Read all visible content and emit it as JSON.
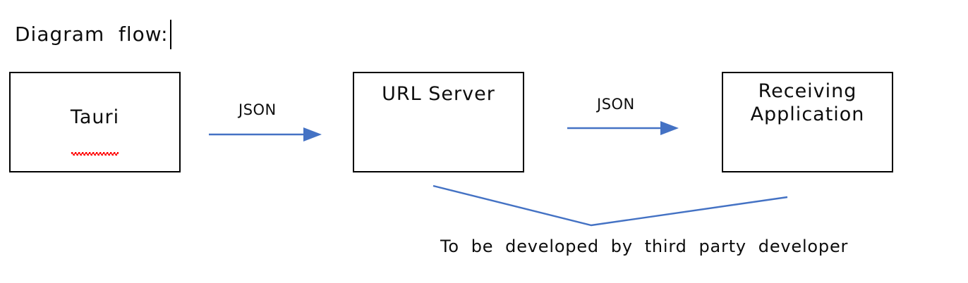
{
  "page": {
    "title_text": "Diagram  flow:",
    "caret_visible": true,
    "background": "#ffffff"
  },
  "colors": {
    "arrow_blue": "#4472c4",
    "box_border": "#000000",
    "text": "#0d0d0d",
    "spellcheck_red": "#ff0000"
  },
  "diagram": {
    "nodes": [
      {
        "id": "tauri",
        "label": "Tauri",
        "misspelled": true
      },
      {
        "id": "url-server",
        "label": "URL  Server",
        "misspelled": false
      },
      {
        "id": "receiving-application",
        "label": "Receiving\nApplication",
        "misspelled": false
      }
    ],
    "edges": [
      {
        "id": "edge-1",
        "label": "JSON",
        "from": "tauri",
        "to": "url-server"
      },
      {
        "id": "edge-2",
        "label": "JSON",
        "from": "url-server",
        "to": "receiving-application"
      }
    ],
    "annotation": {
      "caption": "To  be  developed  by  third  party  developer",
      "covers": [
        "url-server",
        "receiving-application"
      ]
    }
  }
}
